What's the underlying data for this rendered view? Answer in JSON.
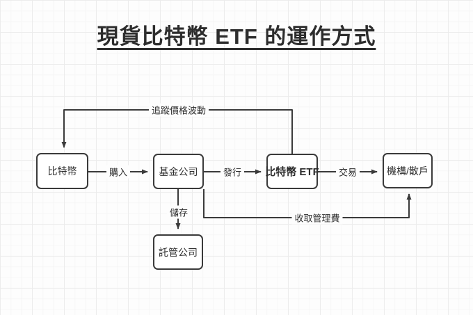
{
  "title": "現貨比特幣 ETF 的運作方式",
  "colors": {
    "ink": "#3a3a3a",
    "ink_strong": "#2d2d2d",
    "background": "#fdfdfd",
    "box_fill": "#ffffff",
    "grid_major": "#ececec",
    "grid_minor": "#f6f6f6"
  },
  "nodes": [
    {
      "id": "bitcoin",
      "label": "比特幣",
      "bold": false
    },
    {
      "id": "fund-company",
      "label": "基金公司",
      "bold": false
    },
    {
      "id": "bitcoin-etf",
      "label": "比特幣 ETF",
      "bold": true
    },
    {
      "id": "investors",
      "label": "機構/散戶",
      "bold": false
    },
    {
      "id": "custodian",
      "label": "託管公司",
      "bold": false
    }
  ],
  "edges": [
    {
      "id": "purchase",
      "from": "bitcoin",
      "to": "fund-company",
      "label": "購入"
    },
    {
      "id": "issue",
      "from": "fund-company",
      "to": "bitcoin-etf",
      "label": "發行"
    },
    {
      "id": "trade",
      "from": "bitcoin-etf",
      "to": "investors",
      "label": "交易"
    },
    {
      "id": "store",
      "from": "fund-company",
      "to": "custodian",
      "label": "儲存"
    },
    {
      "id": "track",
      "from": "bitcoin-etf",
      "to": "bitcoin",
      "label": "追蹤價格波動"
    },
    {
      "id": "fee",
      "from": "fund-company",
      "to": "investors",
      "label": "收取管理費"
    }
  ]
}
